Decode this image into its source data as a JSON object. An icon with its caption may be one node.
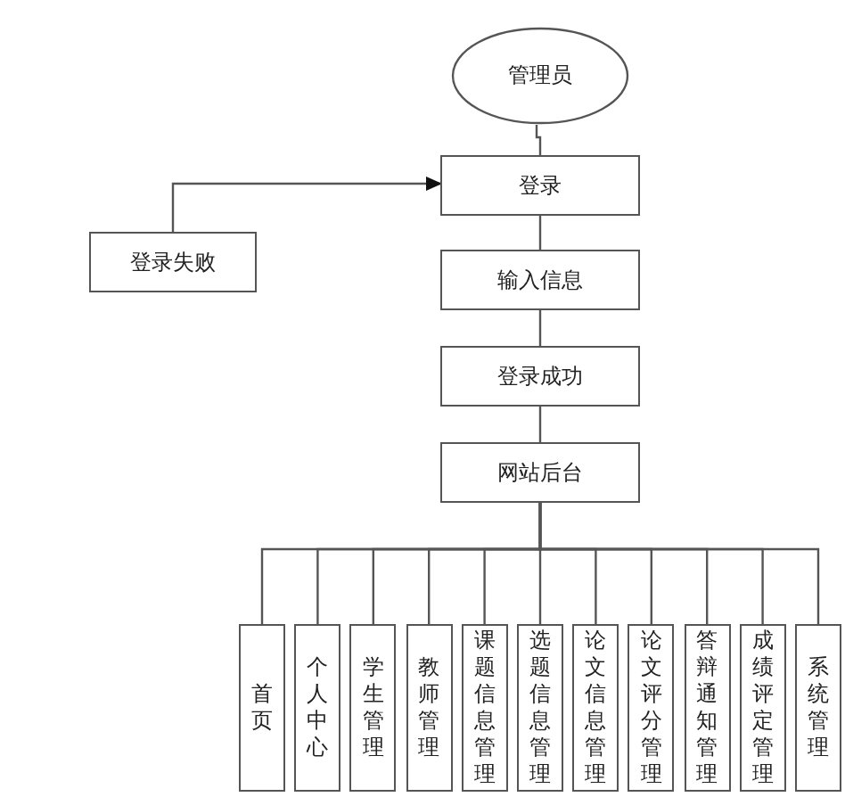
{
  "diagram": {
    "nodes": [
      {
        "text": [
          "管理员"
        ]
      },
      {
        "text": [
          "登录"
        ]
      },
      {
        "text": [
          "登录失败"
        ]
      },
      {
        "text": [
          "输入信息"
        ]
      },
      {
        "text": [
          "登录成功"
        ]
      },
      {
        "text": [
          "网站后台"
        ]
      },
      {
        "text": [
          "首页"
        ]
      },
      {
        "text": [
          "个人中心"
        ]
      },
      {
        "text": [
          "学生管理"
        ]
      },
      {
        "text": [
          "教师管理"
        ]
      },
      {
        "text": [
          "课题信息管理"
        ]
      },
      {
        "text": [
          "选题信息管理"
        ]
      },
      {
        "text": [
          "论文信息管理"
        ]
      },
      {
        "text": [
          "论文评分管理"
        ]
      },
      {
        "text": [
          "答辩通知管理"
        ]
      },
      {
        "text": [
          "成绩评定管理"
        ]
      },
      {
        "text": [
          "系统管理"
        ]
      }
    ],
    "edges": [
      {
        "from": 0,
        "to": 1,
        "arrow": "none"
      },
      {
        "from": 2,
        "to": 1,
        "arrow": "to"
      },
      {
        "from": 1,
        "to": 3,
        "arrow": "none"
      },
      {
        "from": 3,
        "to": 4,
        "arrow": "none"
      },
      {
        "from": 4,
        "to": 5,
        "arrow": "none"
      },
      {
        "from": 5,
        "to": 6,
        "arrow": "none"
      },
      {
        "from": 5,
        "to": 7,
        "arrow": "none"
      },
      {
        "from": 5,
        "to": 8,
        "arrow": "none"
      },
      {
        "from": 5,
        "to": 9,
        "arrow": "none"
      },
      {
        "from": 5,
        "to": 10,
        "arrow": "none"
      },
      {
        "from": 5,
        "to": 11,
        "arrow": "none"
      },
      {
        "from": 5,
        "to": 12,
        "arrow": "none"
      },
      {
        "from": 5,
        "to": 13,
        "arrow": "none"
      },
      {
        "from": 5,
        "to": 14,
        "arrow": "none"
      },
      {
        "from": 5,
        "to": 15,
        "arrow": "none"
      },
      {
        "from": 5,
        "to": 16,
        "arrow": "none"
      }
    ]
  }
}
